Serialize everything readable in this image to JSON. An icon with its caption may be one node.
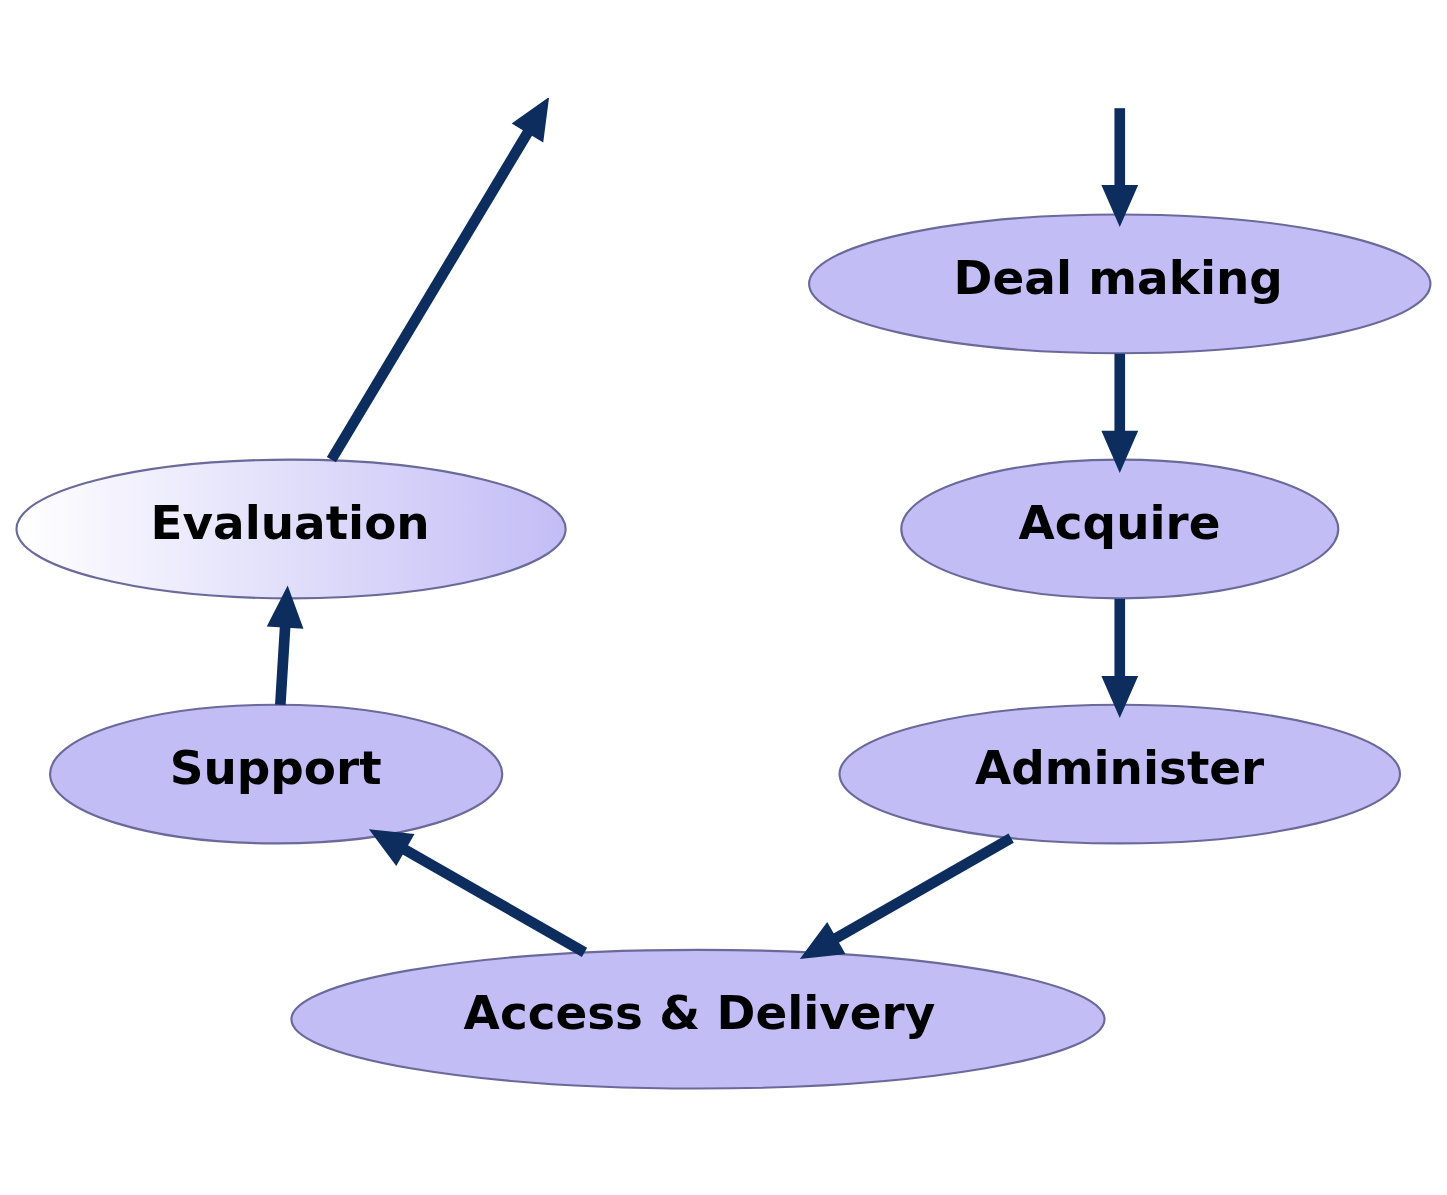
{
  "diagram": {
    "nodes": [
      {
        "text": [
          "Deal making"
        ]
      },
      {
        "text": [
          "Acquire"
        ]
      },
      {
        "text": [
          "Administer"
        ]
      },
      {
        "text": [
          "Access & Delivery"
        ]
      },
      {
        "text": [
          "Support"
        ]
      },
      {
        "text": [
          "Evaluation"
        ]
      }
    ],
    "edges": [
      {
        "from": null,
        "to": 0,
        "arrow": "to"
      },
      {
        "from": 0,
        "to": 1,
        "arrow": "to"
      },
      {
        "from": 1,
        "to": 2,
        "arrow": "to"
      },
      {
        "from": 2,
        "to": 3,
        "arrow": "to"
      },
      {
        "from": 3,
        "to": 4,
        "arrow": "to"
      },
      {
        "from": 4,
        "to": 5,
        "arrow": "to"
      },
      {
        "from": 5,
        "to": null,
        "arrow": "to"
      }
    ]
  }
}
